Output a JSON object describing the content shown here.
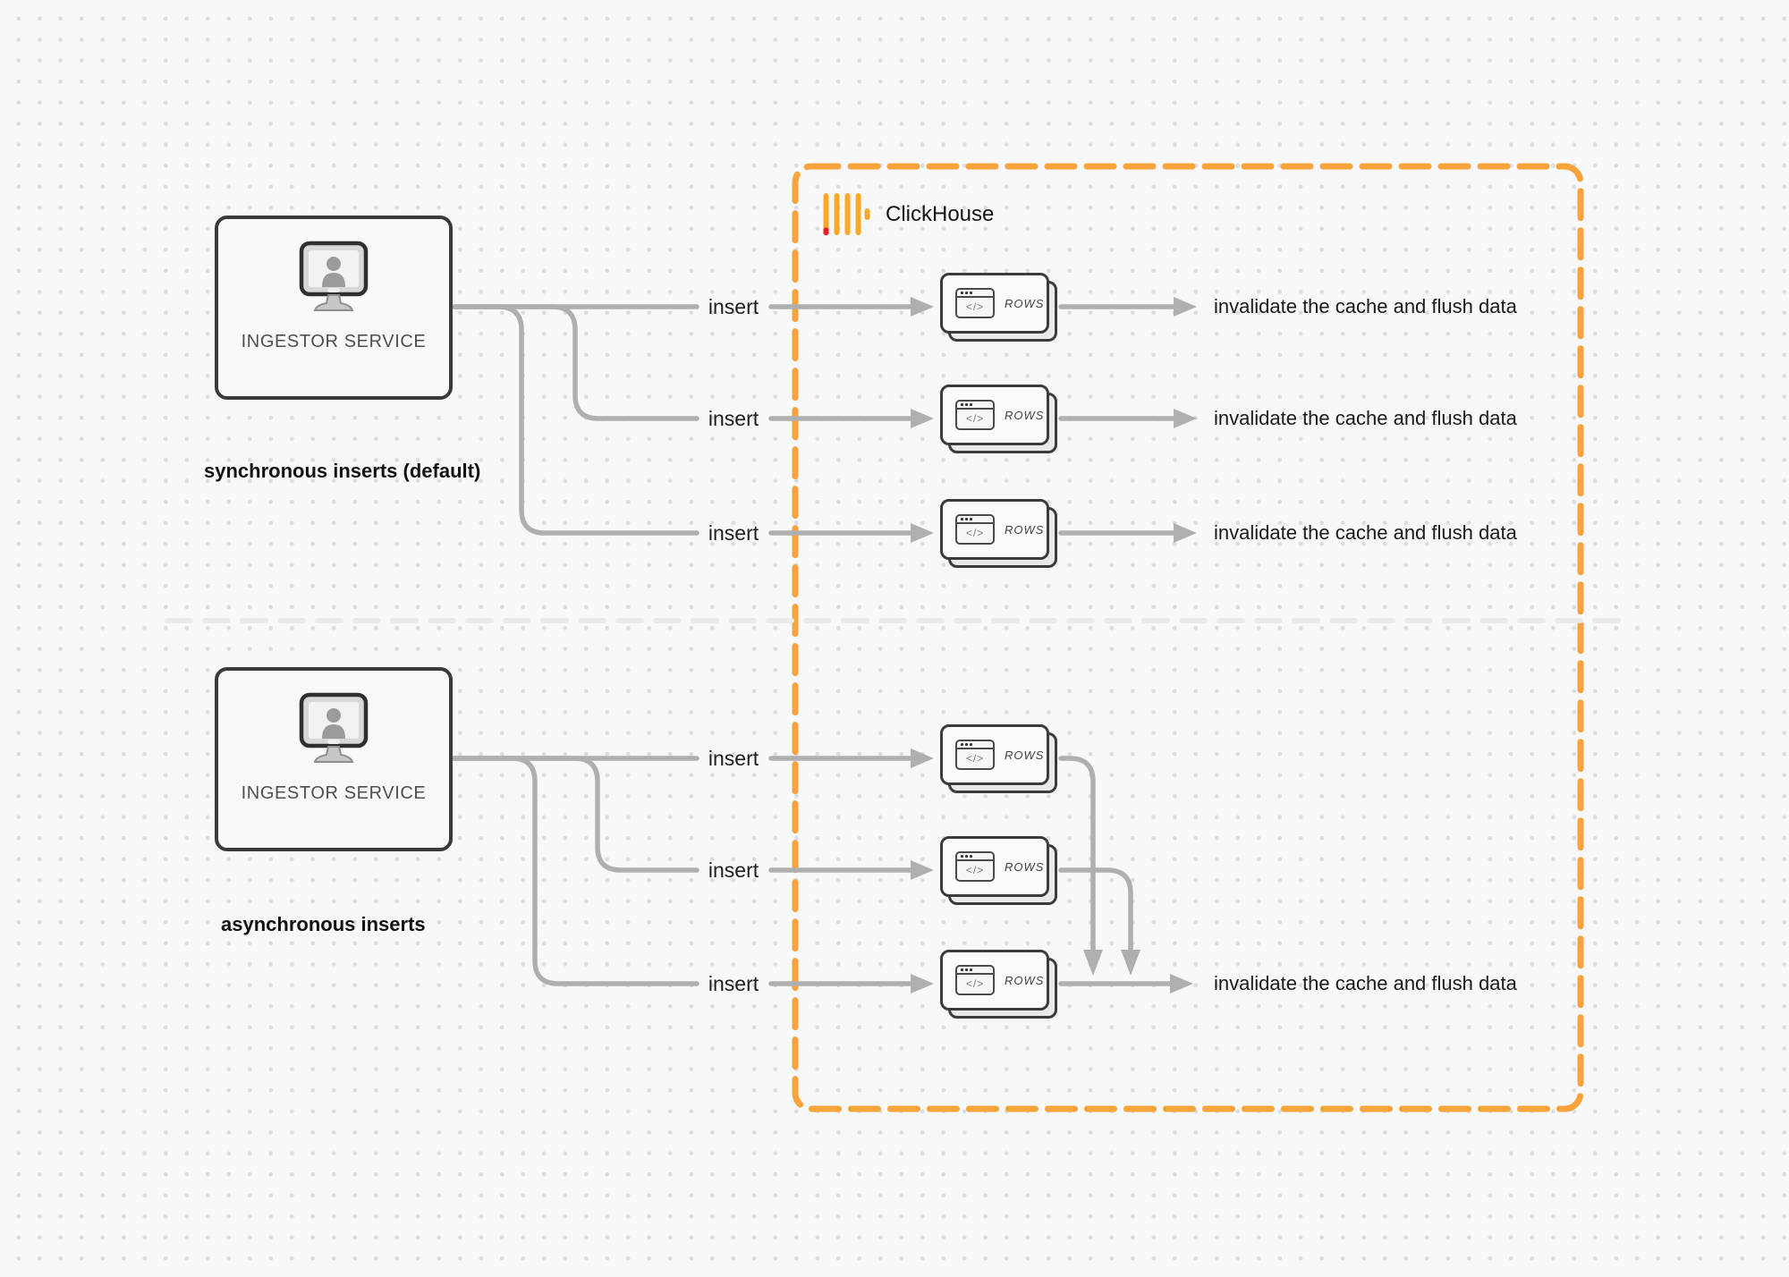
{
  "diagram": {
    "clickhouse_label": "ClickHouse",
    "colors": {
      "accent_orange": "#F9A33C",
      "logo_yellow": "#FAA829",
      "logo_red": "#EC1C24",
      "connector_gray": "#AFAFAF",
      "divider_gray": "#E9EAEB"
    },
    "sync": {
      "caption": "synchronous inserts (default)",
      "service_label": "INGESTOR SERVICE",
      "rows": [
        {
          "insert": "insert",
          "card": "ROWS",
          "code_glyph": "</>",
          "result": "invalidate the cache and flush data"
        },
        {
          "insert": "insert",
          "card": "ROWS",
          "code_glyph": "</>",
          "result": "invalidate the cache and flush data"
        },
        {
          "insert": "insert",
          "card": "ROWS",
          "code_glyph": "</>",
          "result": "invalidate the cache and flush data"
        }
      ]
    },
    "async": {
      "caption": "asynchronous inserts",
      "service_label": "INGESTOR SERVICE",
      "rows": [
        {
          "insert": "insert",
          "card": "ROWS",
          "code_glyph": "</>"
        },
        {
          "insert": "insert",
          "card": "ROWS",
          "code_glyph": "</>"
        },
        {
          "insert": "insert",
          "card": "ROWS",
          "code_glyph": "</>"
        }
      ],
      "result": "invalidate the cache and flush data"
    }
  }
}
